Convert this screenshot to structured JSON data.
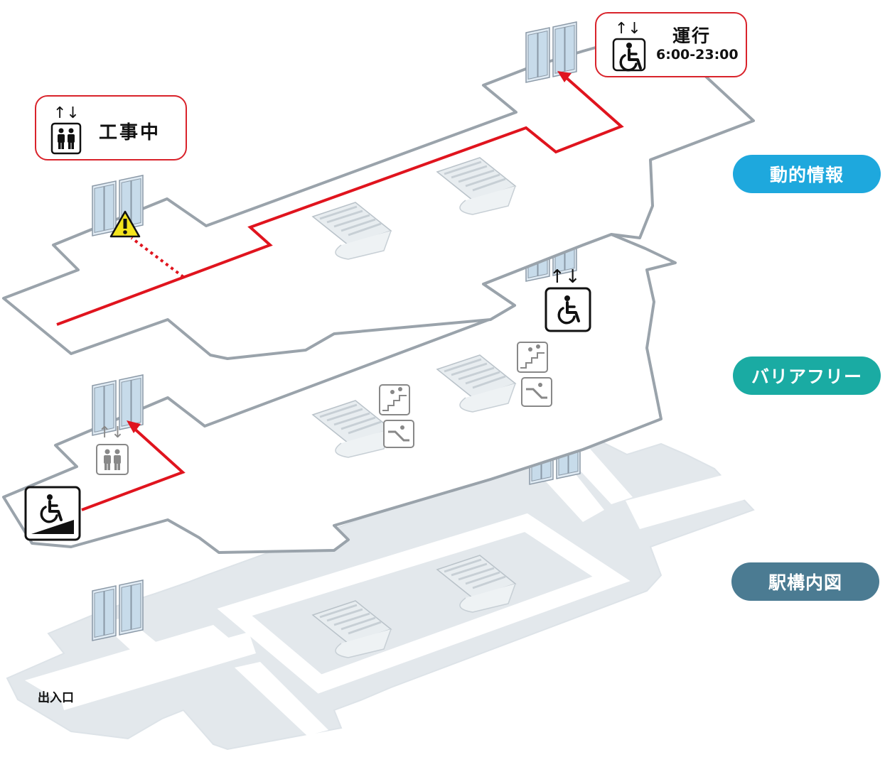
{
  "layers": {
    "dynamic": {
      "label": "動的情報",
      "color": "#1ea8dd"
    },
    "barrier_free": {
      "label": "バリアフリー",
      "color": "#1aaba3"
    },
    "station_map": {
      "label": "駅構内図",
      "color": "#4b7b92"
    }
  },
  "callouts": {
    "construction": {
      "label": "工事中",
      "arrows": "↑↓"
    },
    "operation": {
      "label": "運行",
      "hours": "6:00-23:00",
      "arrows": "↑↓"
    }
  },
  "map": {
    "entrance_label": "出入口"
  },
  "icons": {
    "elevator_arrows": "↑↓",
    "warning": "warning-icon",
    "wheelchair": "wheelchair-icon",
    "slope": "wheelchair-slope-icon",
    "stairs": "stairs-icon",
    "escalator": "escalator-icon",
    "restroom": "restroom-icon"
  },
  "colors": {
    "route": "#e0141e",
    "outline": "#9aa3ab",
    "floor_fill": "#e3e8ec",
    "corridor": "#ffffff"
  }
}
